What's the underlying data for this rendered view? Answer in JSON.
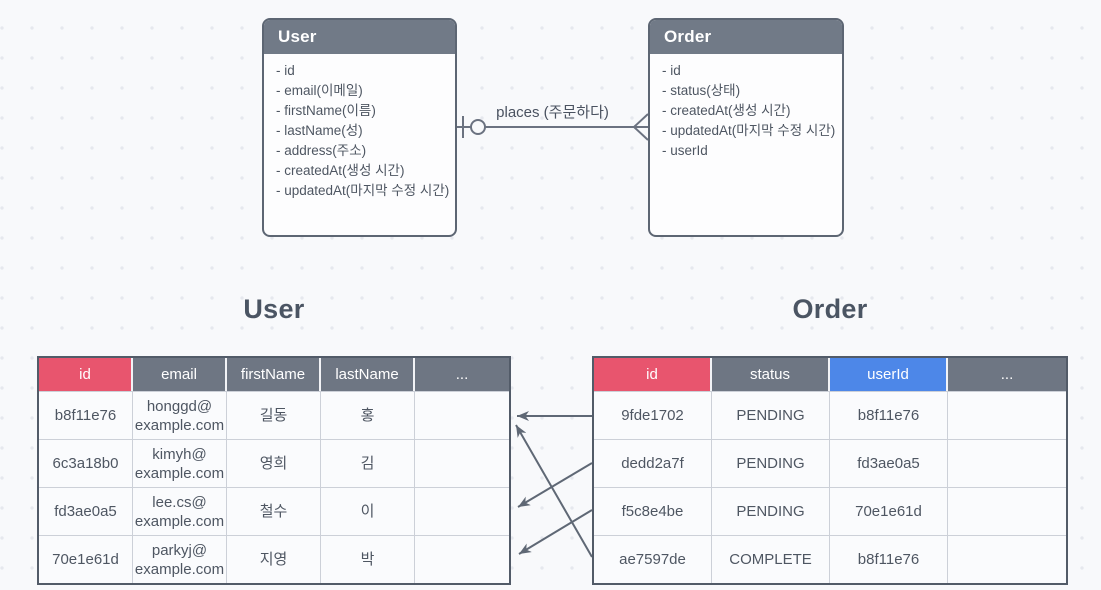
{
  "erd": {
    "entities": [
      {
        "name": "User",
        "fields": [
          "- id",
          "- email(이메일)",
          "- firstName(이름)",
          "- lastName(성)",
          "- address(주소)",
          "- createdAt(생성 시간)",
          "- updatedAt(마지막 수정 시간)"
        ]
      },
      {
        "name": "Order",
        "fields": [
          "- id",
          "- status(상태)",
          "- createdAt(생성 시간)",
          "- updatedAt(마지막 수정 시간)",
          "- userId"
        ]
      }
    ],
    "relationship": {
      "label": "places (주문하다)",
      "from": "User",
      "to": "Order",
      "cardinality": "one-to-many"
    }
  },
  "user_table": {
    "title": "User",
    "columns": [
      "id",
      "email",
      "firstName",
      "lastName",
      "..."
    ],
    "header_colors": [
      "#e8556e",
      "#6e7683",
      "#6e7683",
      "#6e7683",
      "#6e7683"
    ],
    "rows": [
      [
        "b8f11e76",
        "honggd@\nexample.com",
        "길동",
        "홍",
        ""
      ],
      [
        "6c3a18b0",
        "kimyh@\nexample.com",
        "영희",
        "김",
        ""
      ],
      [
        "fd3ae0a5",
        "lee.cs@\nexample.com",
        "철수",
        "이",
        ""
      ],
      [
        "70e1e61d",
        "parkyj@\nexample.com",
        "지영",
        "박",
        ""
      ]
    ]
  },
  "order_table": {
    "title": "Order",
    "columns": [
      "id",
      "status",
      "userId",
      "..."
    ],
    "header_colors": [
      "#e8556e",
      "#6e7683",
      "#4d87e8",
      "#6e7683"
    ],
    "rows": [
      [
        "9fde1702",
        "PENDING",
        "b8f11e76",
        ""
      ],
      [
        "dedd2a7f",
        "PENDING",
        "fd3ae0a5",
        ""
      ],
      [
        "f5c8e4be",
        "PENDING",
        "70e1e61d",
        ""
      ],
      [
        "ae7597de",
        "COMPLETE",
        "b8f11e76",
        ""
      ]
    ]
  },
  "links": [
    {
      "order_id": "9fde1702",
      "user_id": "b8f11e76"
    },
    {
      "order_id": "dedd2a7f",
      "user_id": "fd3ae0a5"
    },
    {
      "order_id": "f5c8e4be",
      "user_id": "70e1e61d"
    },
    {
      "order_id": "ae7597de",
      "user_id": "b8f11e76"
    }
  ],
  "colors": {
    "pk_header": "#e8556e",
    "fk_header": "#4d87e8",
    "header_gray": "#6e7683",
    "line_gray": "#6b7280",
    "arrow_gray": "#5f6875"
  }
}
